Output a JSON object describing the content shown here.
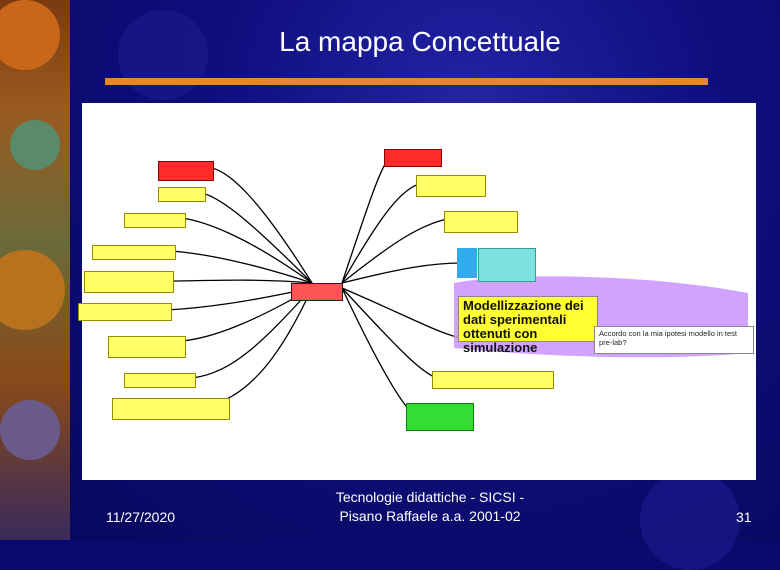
{
  "slide": {
    "title": "La mappa Concettuale",
    "footer_date": "11/27/2020",
    "footer_center_line1": "Tecnologie didattiche - SICSI -",
    "footer_center_line2": "Pisano Raffaele  a.a. 2001-02",
    "page_number": "31"
  },
  "map": {
    "highlight_node": "Modellizzazione dei dati sperimentali ottenuti con simulazione",
    "bubble_text": "Accordo con la mia ipotesi modello in test pre-lab?"
  },
  "colors": {
    "background": "#0a0a6e",
    "title_rule": "#e8843a",
    "highlight": "#ffff33",
    "cloud": "#cc99ff"
  }
}
